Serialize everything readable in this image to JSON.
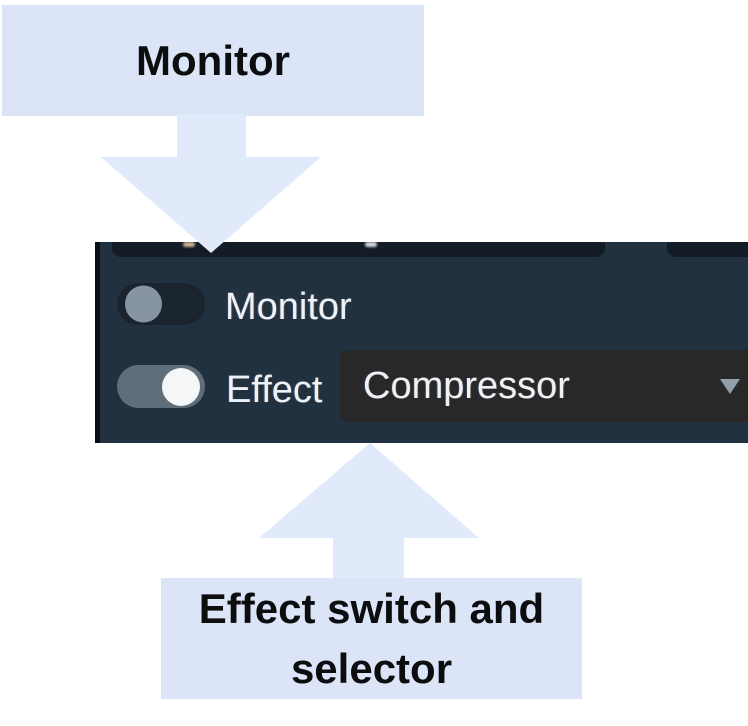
{
  "annotations": {
    "top_callout": {
      "label": "Monitor"
    },
    "bottom_callout": {
      "line1": "Effect switch and",
      "line2": "selector"
    }
  },
  "panel": {
    "rows": [
      {
        "label": "Monitor",
        "toggle": "off"
      },
      {
        "label": "Effect",
        "toggle": "on",
        "selector": {
          "value": "Compressor",
          "icon": "triangle-down"
        }
      }
    ]
  },
  "colors": {
    "callout_bg": "#dbe5f7",
    "arrow_fill": "#e1eafb",
    "panel_bg": "#223140",
    "panel_edge": "#0a0f15",
    "cutoff_bg": "#141d27",
    "toggle_off_track": "#19242f",
    "toggle_off_knob": "#8695a1",
    "toggle_on_track": "#5f6e79",
    "toggle_on_knob": "#f4f6f8",
    "dropdown_bg": "#282828",
    "dropdown_caret": "#93a0aa",
    "panel_text": "#eef2f6",
    "annotation_text": "#0c0d0e"
  }
}
